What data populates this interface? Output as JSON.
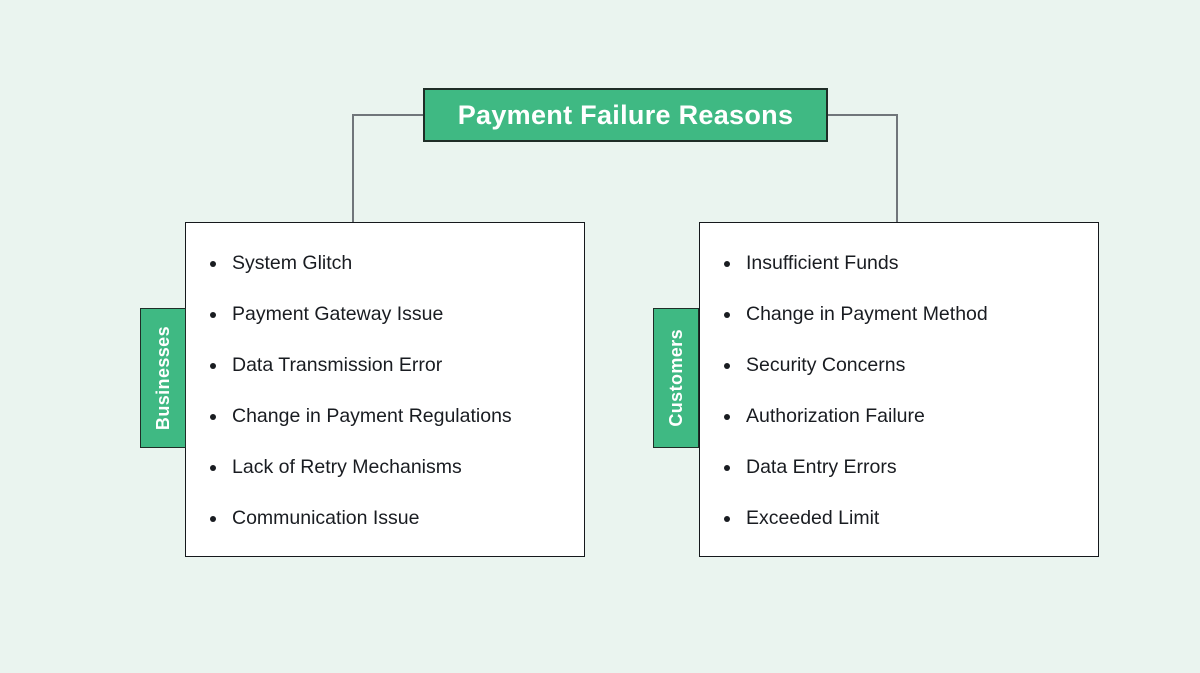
{
  "title": "Payment Failure Reasons",
  "colors": {
    "background": "#eaf4ef",
    "node_green": "#3fb983",
    "node_border": "#1f2d27",
    "card_border": "#15181c",
    "line": "#70757a",
    "text": "#191c21",
    "title_text": "#ffffff"
  },
  "groups": [
    {
      "label": "Businesses",
      "items": [
        "System Glitch",
        "Payment Gateway Issue",
        "Data Transmission Error",
        "Change in Payment Regulations",
        "Lack of Retry Mechanisms",
        "Communication Issue"
      ]
    },
    {
      "label": "Customers",
      "items": [
        "Insufficient Funds",
        "Change in Payment Method",
        "Security Concerns",
        "Authorization Failure",
        "Data Entry Errors",
        "Exceeded Limit"
      ]
    }
  ]
}
